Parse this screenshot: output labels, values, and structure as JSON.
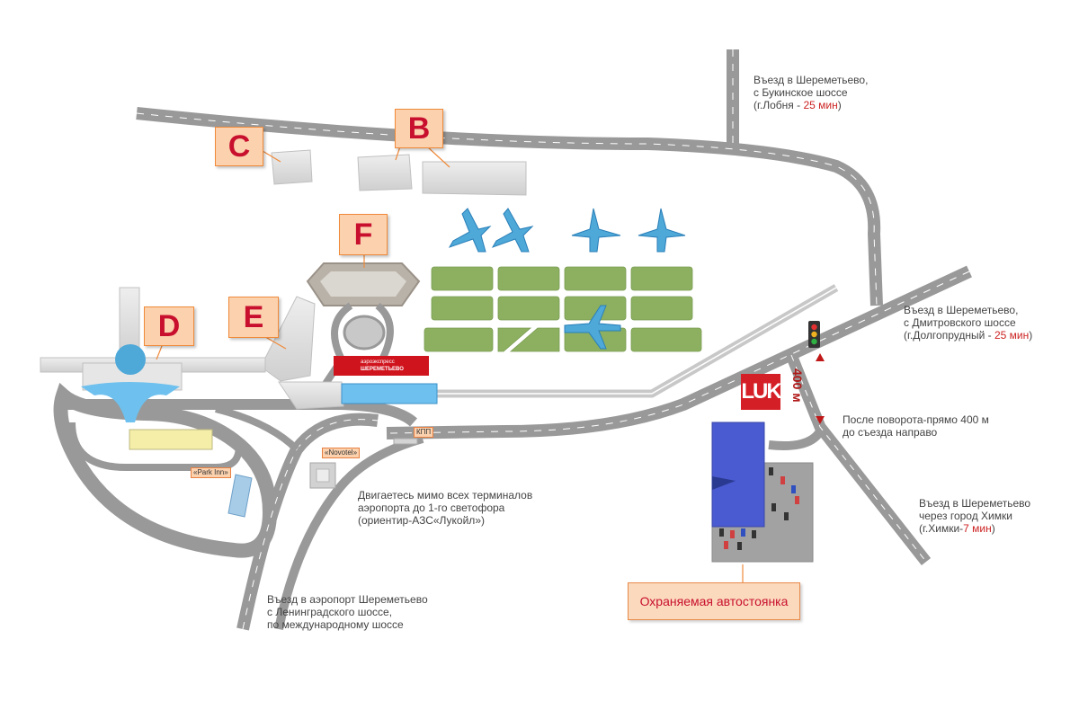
{
  "map": {
    "colors": {
      "road": "#999999",
      "road_edge": "#888888",
      "road_centerline": "#ffffff",
      "terminal": "#d8d8d8",
      "apron": "#8cb060",
      "water_blue": "#4ea8d8",
      "accent_red": "#c8102e",
      "badge_fill": "#fbd1ae",
      "badge_border": "#f08a3a"
    },
    "icons": [
      "airplane-icon",
      "traffic-light-icon",
      "lukoil-logo",
      "aeroexpress-logo"
    ]
  },
  "terminals": {
    "c": "C",
    "b": "B",
    "f": "F",
    "e": "E",
    "d": "D"
  },
  "tags": {
    "park_inn": "«Park  Inn»",
    "novotel": "«Novotel»",
    "kpp": "КПП"
  },
  "logos": {
    "aeroexpress_line1": "аэроэкспресс",
    "aeroexpress_line2": "ШЕРЕМЕТЬЕВО",
    "lukoil": "LUK"
  },
  "labels": {
    "bukino": {
      "line1": "Въезд в Шереметьево,",
      "line2": "с Букинское шоссе",
      "line3_prefix": "(г.Лобня - ",
      "line3_time": "25 мин",
      "line3_suffix": ")"
    },
    "dmitrov": {
      "line1": "Въезд в Шереметьево,",
      "line2": "с Дмитровского шоссе",
      "line3_prefix": "(г.Долгопрудный - ",
      "line3_time": "25 мин",
      "line3_suffix": ")"
    },
    "after_turn": {
      "line1": "После поворота-прямо 400 м",
      "line2": "до съезда направо"
    },
    "khimki": {
      "line1": "Въезд  в Шереметьево",
      "line2": "через город Химки",
      "line3_prefix": "(г.Химки-",
      "line3_time": "7 мин",
      "line3_suffix": ")"
    },
    "pass_terminals": {
      "line1": "Двигаетесь мимо всех терминалов",
      "line2": "аэропорта до 1-го светофора",
      "line3": "(ориентир-АЗС«Лукойл»)"
    },
    "leningrad": {
      "line1": "Въезд в аэропорт Шереметьево",
      "line2": "с Ленинградского шоссе,",
      "line3": "по международному шоссе"
    },
    "distance": "400 м",
    "parking": "Охраняемая автостоянка"
  }
}
